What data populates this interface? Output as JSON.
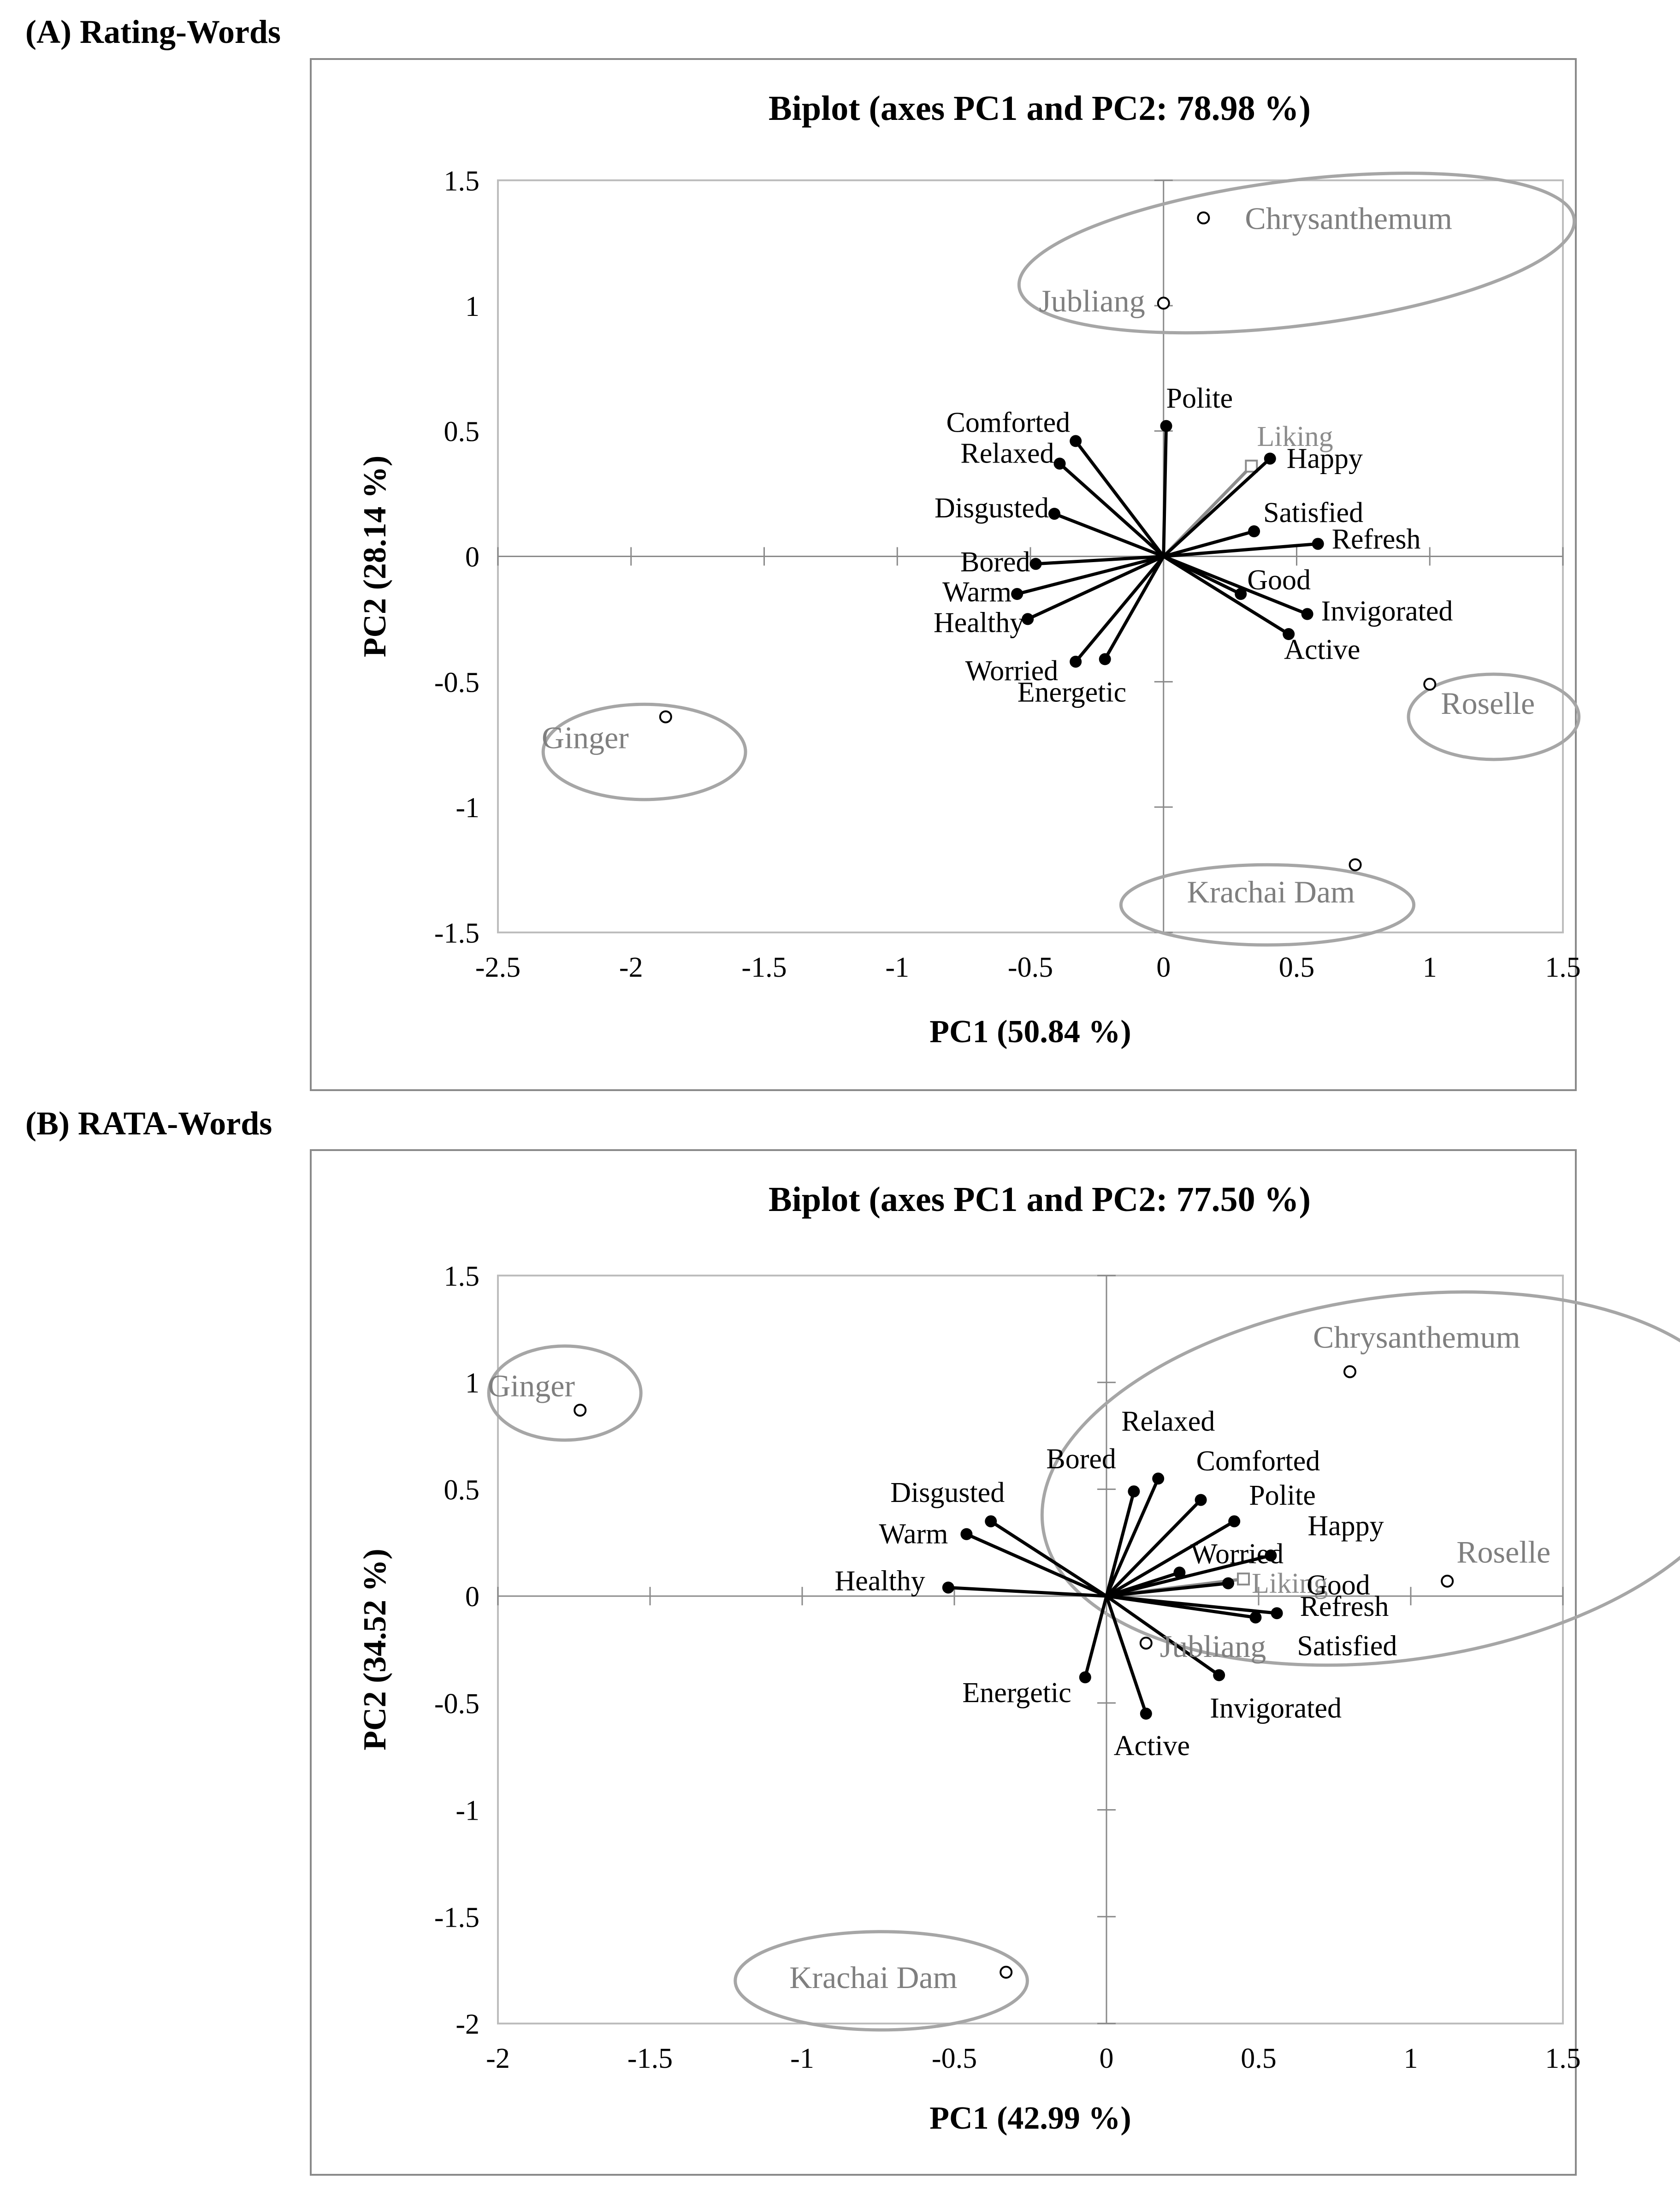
{
  "chart_data": [
    {
      "type": "scatter",
      "panel_label": "(A) Rating-Words",
      "title": "Biplot (axes PC1 and PC2: 78.98 %)",
      "xlabel": "PC1 (50.84 %)",
      "ylabel": "PC2 (28.14 %)",
      "xlim": [
        -2.5,
        1.5
      ],
      "ylim": [
        -1.5,
        1.5
      ],
      "xticks": [
        -2.5,
        -2,
        -1.5,
        -1,
        -0.5,
        0,
        0.5,
        1,
        1.5
      ],
      "yticks": [
        -1.5,
        -1,
        -0.5,
        0,
        0.5,
        1,
        1.5
      ],
      "xtick_labels": [
        "-2.5",
        "-2",
        "-1.5",
        "-1",
        "-0.5",
        "0",
        "0.5",
        "1",
        "1.5"
      ],
      "ytick_labels": [
        "-1.5",
        "-1",
        "-0.5",
        "0",
        "0.5",
        "1",
        "1.5"
      ],
      "grid": false,
      "colors": {
        "vector": "#000000",
        "observation": "#7f7f7f",
        "ellipse": "#a6a6a6",
        "liking": "#8c8c8c",
        "axis": "#8a8a8a"
      },
      "vectors": [
        {
          "label": "Polite",
          "x": 0.01,
          "y": 0.52
        },
        {
          "label": "Comforted",
          "x": -0.33,
          "y": 0.46
        },
        {
          "label": "Relaxed",
          "x": -0.39,
          "y": 0.37
        },
        {
          "label": "Disgusted",
          "x": -0.41,
          "y": 0.17
        },
        {
          "label": "Bored",
          "x": -0.48,
          "y": -0.03
        },
        {
          "label": "Warm",
          "x": -0.55,
          "y": -0.15
        },
        {
          "label": "Healthy",
          "x": -0.51,
          "y": -0.25
        },
        {
          "label": "Worried",
          "x": -0.33,
          "y": -0.42
        },
        {
          "label": "Energetic",
          "x": -0.22,
          "y": -0.41
        },
        {
          "label": "Happy",
          "x": 0.4,
          "y": 0.39
        },
        {
          "label": "Satisfied",
          "x": 0.34,
          "y": 0.1
        },
        {
          "label": "Refresh",
          "x": 0.58,
          "y": 0.05
        },
        {
          "label": "Good",
          "x": 0.29,
          "y": -0.15
        },
        {
          "label": "Invigorated",
          "x": 0.54,
          "y": -0.23
        },
        {
          "label": "Active",
          "x": 0.47,
          "y": -0.31
        }
      ],
      "liking": {
        "label": "Liking",
        "x": 0.33,
        "y": 0.36
      },
      "observations": [
        {
          "label": "Chrysanthemum",
          "x": 0.15,
          "y": 1.35
        },
        {
          "label": "Jubliang",
          "x": 0.0,
          "y": 1.01
        },
        {
          "label": "Ginger",
          "x": -1.87,
          "y": -0.64
        },
        {
          "label": "Roselle",
          "x": 1.0,
          "y": -0.51
        },
        {
          "label": "Krachai Dam",
          "x": 0.72,
          "y": -1.23
        }
      ]
    },
    {
      "type": "scatter",
      "panel_label": "(B) RATA-Words",
      "title": "Biplot (axes PC1 and PC2: 77.50 %)",
      "xlabel": "PC1 (42.99 %)",
      "ylabel": "PC2 (34.52 %)",
      "xlim": [
        -2,
        1.5
      ],
      "ylim": [
        -2,
        1.5
      ],
      "xticks": [
        -2,
        -1.5,
        -1,
        -0.5,
        0,
        0.5,
        1,
        1.5
      ],
      "yticks": [
        -2,
        -1.5,
        -1,
        -0.5,
        0,
        0.5,
        1,
        1.5
      ],
      "xtick_labels": [
        "-2",
        "-1.5",
        "-1",
        "-0.5",
        "0",
        "0.5",
        "1",
        "1.5"
      ],
      "ytick_labels": [
        "-2",
        "-1.5",
        "-1",
        "-0.5",
        "0",
        "0.5",
        "1",
        "1.5"
      ],
      "grid": false,
      "colors": {
        "vector": "#000000",
        "observation": "#7f7f7f",
        "ellipse": "#a6a6a6",
        "liking": "#8c8c8c",
        "axis": "#8a8a8a"
      },
      "vectors": [
        {
          "label": "Relaxed",
          "x": 0.17,
          "y": 0.55
        },
        {
          "label": "Bored",
          "x": 0.09,
          "y": 0.49
        },
        {
          "label": "Comforted",
          "x": 0.31,
          "y": 0.45
        },
        {
          "label": "Polite",
          "x": 0.42,
          "y": 0.35
        },
        {
          "label": "Worried",
          "x": 0.24,
          "y": 0.11
        },
        {
          "label": "Happy",
          "x": 0.54,
          "y": 0.19
        },
        {
          "label": "Good",
          "x": 0.4,
          "y": 0.06
        },
        {
          "label": "Refresh",
          "x": 0.56,
          "y": -0.08
        },
        {
          "label": "Satisfied",
          "x": 0.49,
          "y": -0.1
        },
        {
          "label": "Invigorated",
          "x": 0.37,
          "y": -0.37
        },
        {
          "label": "Active",
          "x": 0.13,
          "y": -0.55
        },
        {
          "label": "Energetic",
          "x": -0.07,
          "y": -0.38
        },
        {
          "label": "Disgusted",
          "x": -0.38,
          "y": 0.35
        },
        {
          "label": "Warm",
          "x": -0.46,
          "y": 0.29
        },
        {
          "label": "Healthy",
          "x": -0.52,
          "y": 0.04
        }
      ],
      "liking": {
        "label": "Liking",
        "x": 0.45,
        "y": 0.08
      },
      "observations": [
        {
          "label": "Chrysanthemum",
          "x": 0.8,
          "y": 1.05
        },
        {
          "label": "Ginger",
          "x": -1.73,
          "y": 0.87
        },
        {
          "label": "Roselle",
          "x": 1.12,
          "y": 0.07
        },
        {
          "label": "Jubliang",
          "x": 0.13,
          "y": -0.22
        },
        {
          "label": "Krachai Dam",
          "x": -0.33,
          "y": -1.76
        }
      ]
    }
  ]
}
